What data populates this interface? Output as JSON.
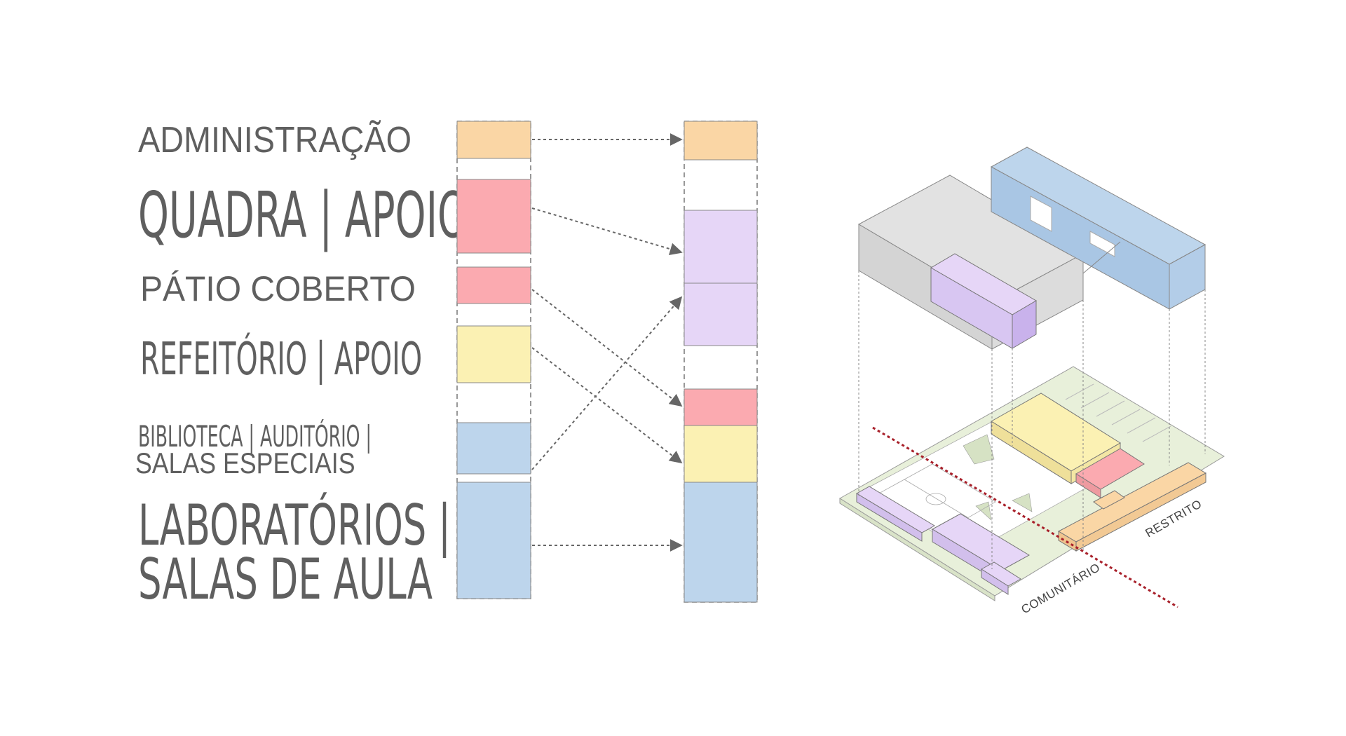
{
  "colors": {
    "administracao": "#FAD6A5",
    "quadra": "#FBAAB0",
    "patio": "#FBAAB0",
    "refeitorio": "#FBF1B3",
    "biblioteca": "#BDD5EC",
    "laboratorios": "#BDD5EC",
    "volume_lilac": "#E6D6F7",
    "volume_gray": "#E2E2E2",
    "site_green": "#E8F0DA",
    "divider_line": "#A8202A",
    "text": "#5F5F5F"
  },
  "program": {
    "administracao": "ADMINISTRAÇÃO",
    "quadra_apoio": "QUADRA | APOIO",
    "patio_coberto": "PÁTIO COBERTO",
    "refeitorio_apoio": "REFEITÓRIO | APOIO",
    "biblioteca_line1": "BIBLIOTECA | AUDITÓRIO |",
    "biblioteca_line2": "SALAS ESPECIAIS",
    "laboratorios_line1": "LABORATÓRIOS |",
    "laboratorios_line2": "SALAS DE AULA"
  },
  "axonometric": {
    "zone_community": "COMUNITÁRIO",
    "zone_restricted": "RESTRITO"
  }
}
